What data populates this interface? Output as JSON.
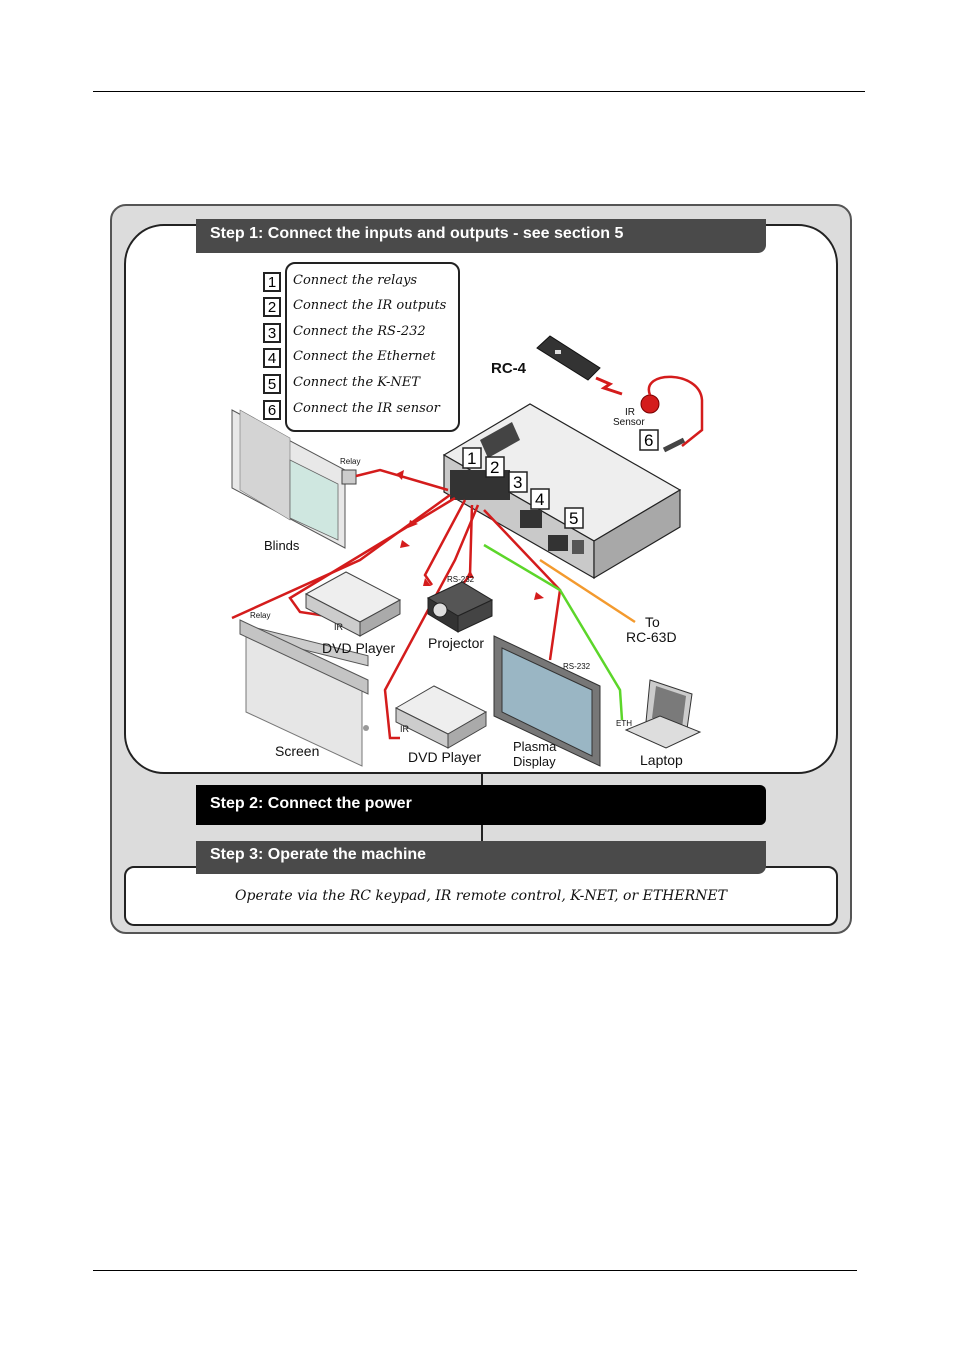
{
  "steps": {
    "step1": "Step 1: Connect the inputs and outputs - see section 5",
    "step2": "Step 2: Connect the power",
    "step3": "Step 3: Operate the machine"
  },
  "checklist": [
    {
      "num": "1",
      "text": "Connect the relays"
    },
    {
      "num": "2",
      "text": "Connect the IR outputs"
    },
    {
      "num": "3",
      "text": "Connect the RS-232"
    },
    {
      "num": "4",
      "text": "Connect the Ethernet"
    },
    {
      "num": "5",
      "text": "Connect the K-NET"
    },
    {
      "num": "6",
      "text": "Connect the IR sensor"
    }
  ],
  "operate_text": "Operate via the RC keypad, IR remote control, K-NET, or ETHERNET",
  "labels": {
    "rc4": "RC-4",
    "ir_sensor_1": "IR",
    "ir_sensor_2": "Sensor",
    "relay_blinds": "Relay",
    "relay_screen": "Relay",
    "blinds": "Blinds",
    "ir_dvd1": "IR",
    "dvd_player_1": "DVD Player",
    "rs232_projector": "RS-232",
    "projector": "Projector",
    "to": "To",
    "rc63d": "RC-63D",
    "screen": "Screen",
    "ir_dvd2": "IR",
    "dvd_player_2": "DVD Player",
    "rs232_plasma": "RS-232",
    "plasma_1": "Plasma",
    "plasma_2": "Display",
    "eth": "ETH",
    "laptop": "Laptop",
    "callout_1": "1",
    "callout_2": "2",
    "callout_3": "3",
    "callout_4": "4",
    "callout_5": "5",
    "callout_6": "6"
  },
  "colors": {
    "relay_cable": "#d41c1c",
    "ethernet_cable": "#5cd62a",
    "knet_cable": "#f39a2e",
    "step_bar": "#4a4a4a",
    "frame_bg": "#dcdcdc"
  }
}
